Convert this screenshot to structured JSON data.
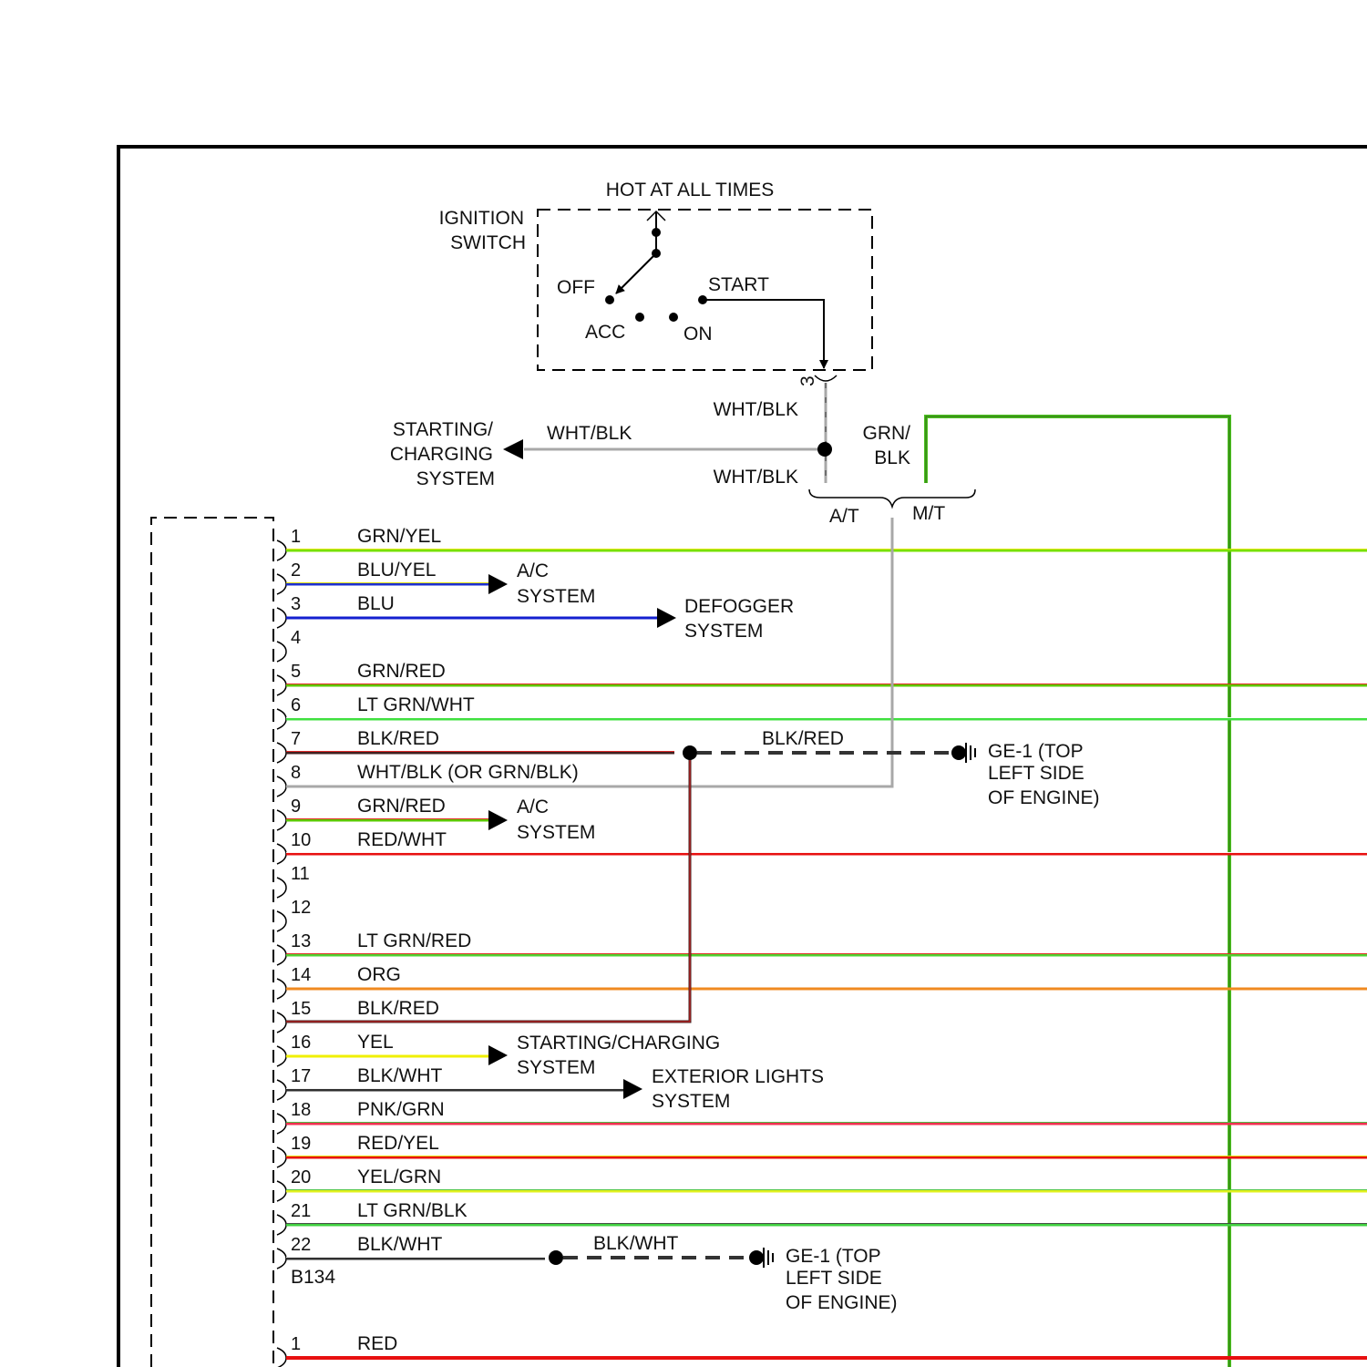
{
  "switch": {
    "title": "HOT AT ALL TIMES",
    "name_line1": "IGNITION",
    "name_line2": "SWITCH",
    "pos_off": "OFF",
    "pos_acc": "ACC",
    "pos_on": "ON",
    "pos_start": "START",
    "terminal": "3"
  },
  "feed": {
    "wire_top": "WHT/BLK",
    "wire_branch": "WHT/BLK",
    "wire_down": "WHT/BLK",
    "dest_line1": "STARTING/",
    "dest_line2": "CHARGING",
    "dest_line3": "SYSTEM",
    "grn_line1": "GRN/",
    "grn_line2": "BLK",
    "at_label": "A/T",
    "mt_label": "M/T"
  },
  "connector": {
    "name": "B134",
    "pins": [
      {
        "num": "1",
        "wire": "GRN/YEL",
        "color": "#78e000",
        "stripe": "#e6e600"
      },
      {
        "num": "2",
        "wire": "BLU/YEL",
        "color": "#1c2fd0",
        "stripe": "#e6e600"
      },
      {
        "num": "3",
        "wire": "BLU",
        "color": "#1420d0",
        "stripe": ""
      },
      {
        "num": "4",
        "wire": "",
        "color": "",
        "stripe": ""
      },
      {
        "num": "5",
        "wire": "GRN/RED",
        "color": "#5cc800",
        "stripe": "#e82020"
      },
      {
        "num": "6",
        "wire": "LT GRN/WHT",
        "color": "#40e040",
        "stripe": "#ffffff"
      },
      {
        "num": "7",
        "wire": "BLK/RED",
        "color": "#402020",
        "stripe": "#e02020"
      },
      {
        "num": "8",
        "wire": "WHT/BLK (OR GRN/BLK)",
        "color": "#a0a0a0",
        "stripe": "#404040"
      },
      {
        "num": "9",
        "wire": "GRN/RED",
        "color": "#5cc800",
        "stripe": "#e82020"
      },
      {
        "num": "10",
        "wire": "RED/WHT",
        "color": "#e81010",
        "stripe": "#ffffff"
      },
      {
        "num": "11",
        "wire": "",
        "color": "",
        "stripe": ""
      },
      {
        "num": "12",
        "wire": "",
        "color": "",
        "stripe": ""
      },
      {
        "num": "13",
        "wire": "LT GRN/RED",
        "color": "#50d030",
        "stripe": "#e82020"
      },
      {
        "num": "14",
        "wire": "ORG",
        "color": "#f08a20",
        "stripe": ""
      },
      {
        "num": "15",
        "wire": "BLK/RED",
        "color": "#402020",
        "stripe": "#e02020"
      },
      {
        "num": "16",
        "wire": "YEL",
        "color": "#f0f000",
        "stripe": ""
      },
      {
        "num": "17",
        "wire": "BLK/WHT",
        "color": "#303030",
        "stripe": "#ffffff"
      },
      {
        "num": "18",
        "wire": "PNK/GRN",
        "color": "#f03050",
        "stripe": "#40c040"
      },
      {
        "num": "19",
        "wire": "RED/YEL",
        "color": "#e81010",
        "stripe": "#e6e600"
      },
      {
        "num": "20",
        "wire": "YEL/GRN",
        "color": "#e0f020",
        "stripe": "#40c040"
      },
      {
        "num": "21",
        "wire": "LT GRN/BLK",
        "color": "#40d040",
        "stripe": "#404040"
      },
      {
        "num": "22",
        "wire": "BLK/WHT",
        "color": "#303030",
        "stripe": "#ffffff"
      }
    ],
    "next_pin_num": "1",
    "next_pin_wire": "RED",
    "next_pin_color": "#e81010"
  },
  "dest": {
    "ac1_line1": "A/C",
    "ac1_line2": "SYSTEM",
    "defog_line1": "DEFOGGER",
    "defog_line2": "SYSTEM",
    "ac2_line1": "A/C",
    "ac2_line2": "SYSTEM",
    "start_line1": "STARTING/CHARGING",
    "start_line2": "SYSTEM",
    "ext_line1": "EXTERIOR LIGHTS",
    "ext_line2": "SYSTEM"
  },
  "ground1": {
    "wire": "BLK/RED",
    "line1": "GE-1 (TOP",
    "line2": "LEFT SIDE",
    "line3": "OF ENGINE)"
  },
  "ground2": {
    "wire": "BLK/WHT",
    "line1": "GE-1 (TOP",
    "line2": "LEFT SIDE",
    "line3": "OF ENGINE)"
  }
}
